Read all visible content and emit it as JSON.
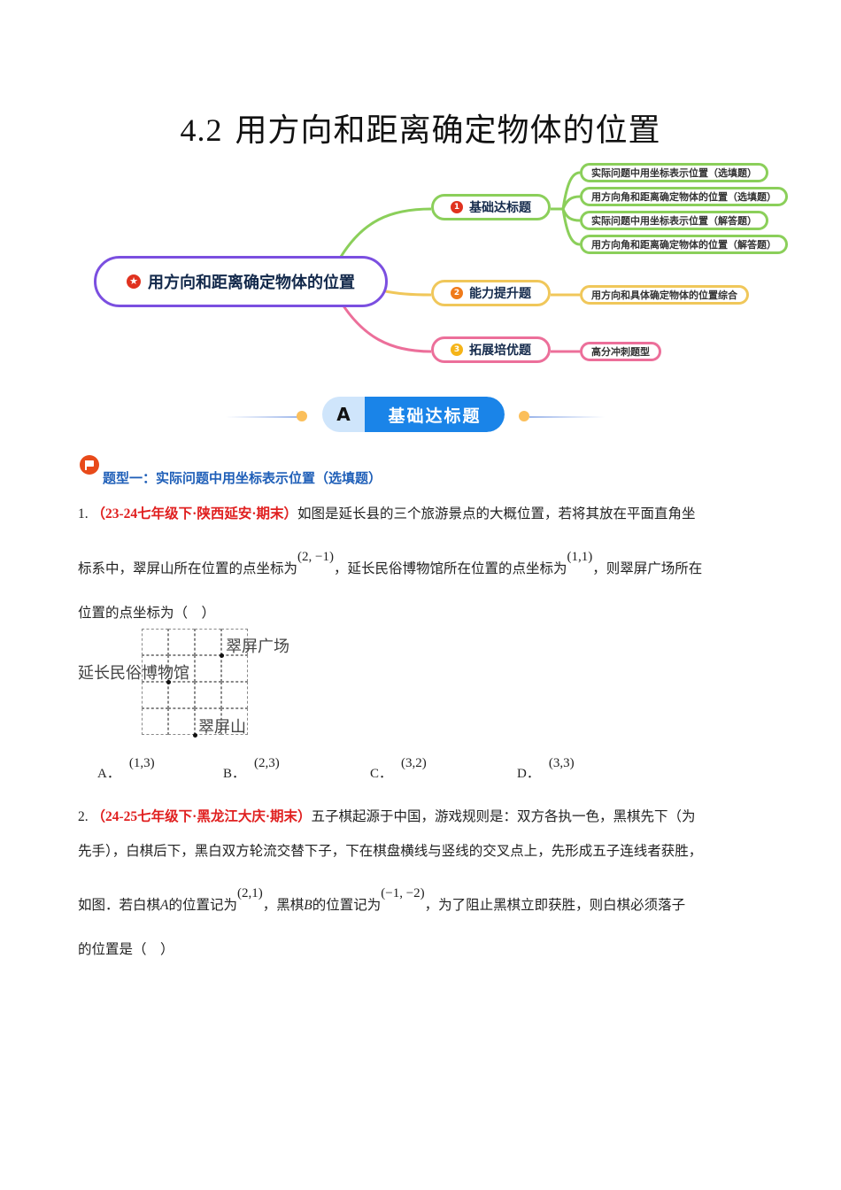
{
  "page_title": {
    "number": "4.2",
    "text": "用方向和距离确定物体的位置"
  },
  "mindmap": {
    "root": {
      "label": "用方向和距离确定物体的位置",
      "icon": "star-icon",
      "color": "#7b4fe0"
    },
    "branches": [
      {
        "badge": "1",
        "label": "基础达标题",
        "color": "#8bcf5a",
        "badge_color": "#e0321f",
        "leaves": [
          "实际问题中用坐标表示位置（选填题）",
          "用方向角和距离确定物体的位置（选填题）",
          "实际问题中用坐标表示位置（解答题）",
          "用方向角和距离确定物体的位置（解答题）"
        ]
      },
      {
        "badge": "2",
        "label": "能力提升题",
        "color": "#f0c75a",
        "badge_color": "#f07a1a",
        "leaves": [
          "用方向和具体确定物体的位置综合"
        ]
      },
      {
        "badge": "3",
        "label": "拓展培优题",
        "color": "#ec6f9a",
        "badge_color": "#f5b418",
        "leaves": [
          "高分冲刺题型"
        ]
      }
    ]
  },
  "section_banner": {
    "letter": "A",
    "label": "基础达标题",
    "accent": "#1a84e8",
    "letter_bg": "#cfe5fb"
  },
  "section_heading": {
    "icon": "flag-icon",
    "text": "题型一：实际问题中用坐标表示位置（选填题）"
  },
  "questions": [
    {
      "number": "1.",
      "source": "（23-24七年级下·陕西延安·期末）",
      "line1": "如图是延长县的三个旅游景点的大概位置，若将其放在平面直角坐",
      "line2_a": "标系中，翠屏山所在位置的点坐标为",
      "math1": "(2, −1)",
      "line2_b": "，延长民俗博物馆所在位置的点坐标为",
      "math2": "(1,1)",
      "line2_c": "，则翠屏广场所在",
      "line3": "位置的点坐标为（　）",
      "figure": {
        "labels": {
          "plaza": "翠屏广场",
          "museum": "延长民俗博物馆",
          "mountain": "翠屏山"
        }
      },
      "options": [
        {
          "label": "A．",
          "value": "(1,3)"
        },
        {
          "label": "B．",
          "value": "(2,3)"
        },
        {
          "label": "C．",
          "value": "(3,2)"
        },
        {
          "label": "D．",
          "value": "(3,3)"
        }
      ]
    },
    {
      "number": "2.",
      "source": "（24-25七年级下·黑龙江大庆·期末）",
      "line1": "五子棋起源于中国，游戏规则是：双方各执一色，黑棋先下（为",
      "line2": "先手），白棋后下，黑白双方轮流交替下子，下在棋盘横线与竖线的交叉点上，先形成五子连线者获胜，",
      "line3_a": "如图．若白棋",
      "var_a": "A",
      "line3_b": "的位置记为",
      "math1": "(2,1)",
      "line3_c": "，黑棋",
      "var_b": "B",
      "line3_d": "的位置记为",
      "math2": "(−1, −2)",
      "line3_e": "，为了阻止黑棋立即获胜，则白棋必须落子",
      "line4": "的位置是（　）"
    }
  ]
}
